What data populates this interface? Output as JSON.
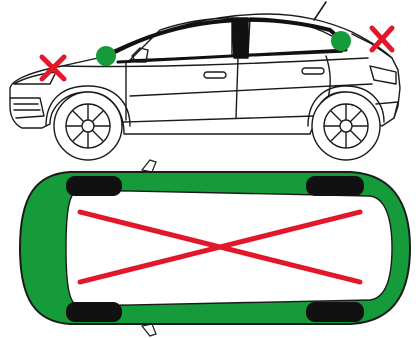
{
  "diagram": {
    "side_view": {
      "points_ok": [
        "front-pillar",
        "rear-pillar"
      ],
      "points_not_ok": [
        "hood",
        "rear-hatch"
      ]
    },
    "top_view": {
      "body_zone": "ok-perimeter",
      "center_zone": "not-ok-center"
    }
  },
  "colors": {
    "ok_green": "#169b3b",
    "not_ok_red": "#e2172a",
    "outline": "#1a1a1a",
    "tire": "#111111",
    "body_fill": "#ffffff"
  },
  "icons": {
    "ok_marker": "green-dot-icon",
    "not_ok_marker": "red-x-icon"
  }
}
